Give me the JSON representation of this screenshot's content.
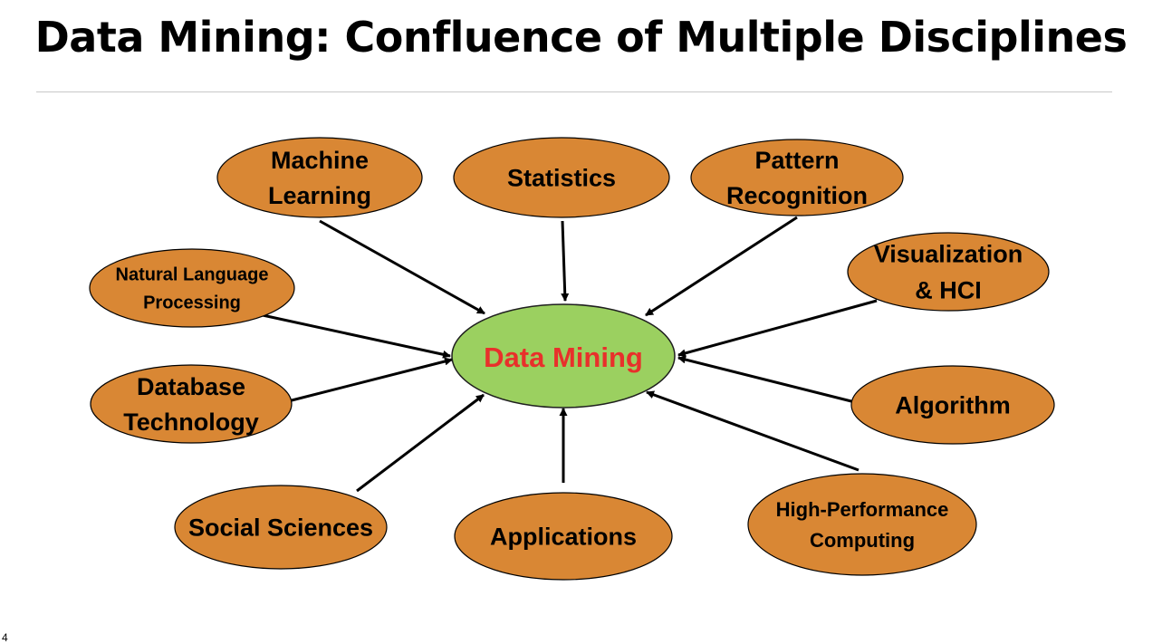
{
  "title": "Data Mining: Confluence of Multiple Disciplines",
  "center": {
    "label": "Data Mining",
    "fill": "#9bd060",
    "text_color": "#e8302b"
  },
  "node_fill": "#d98734",
  "node_stroke": "#000000",
  "nodes": [
    {
      "id": "machine-learning",
      "lines": [
        "Machine",
        "Learning"
      ]
    },
    {
      "id": "statistics",
      "lines": [
        "Statistics"
      ]
    },
    {
      "id": "pattern-recognition",
      "lines": [
        "Pattern",
        "Recognition"
      ]
    },
    {
      "id": "nlp",
      "lines": [
        "Natural Language",
        "Processing"
      ]
    },
    {
      "id": "visualization-hci",
      "lines": [
        "Visualization",
        "& HCI"
      ]
    },
    {
      "id": "database-technology",
      "lines": [
        "Database",
        "Technology"
      ]
    },
    {
      "id": "algorithm",
      "lines": [
        "Algorithm"
      ]
    },
    {
      "id": "social-sciences",
      "lines": [
        "Social Sciences"
      ]
    },
    {
      "id": "applications",
      "lines": [
        "Applications"
      ]
    },
    {
      "id": "hpc",
      "lines": [
        "High-Performance",
        "Computing"
      ]
    }
  ],
  "page_number": "4"
}
